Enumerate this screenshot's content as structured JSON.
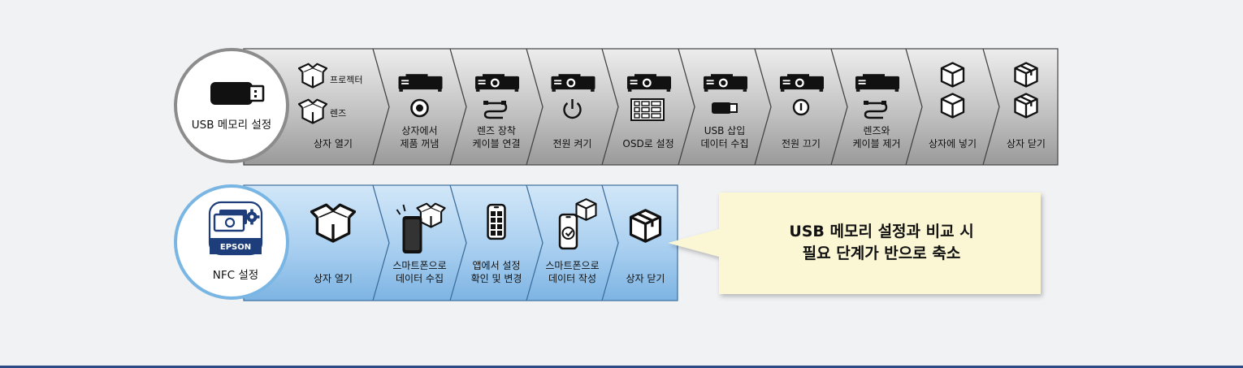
{
  "usb_row": {
    "start_label": "USB 메모리 설정",
    "steps": [
      {
        "lines": [
          "상자 열기"
        ],
        "icon": "open-box-icons",
        "sub_labels": [
          "프로젝터",
          "렌즈"
        ]
      },
      {
        "lines": [
          "상자에서",
          "제품 꺼냄"
        ],
        "icon": "projector-lens-icon"
      },
      {
        "lines": [
          "렌즈 장착",
          "케이블 연결"
        ],
        "icon": "projector-cable-icon"
      },
      {
        "lines": [
          "전원 켜기"
        ],
        "icon": "projector-power-icon"
      },
      {
        "lines": [
          "OSD로 설정"
        ],
        "icon": "projector-menu-icon"
      },
      {
        "lines": [
          "USB 삽입",
          "데이터 수집"
        ],
        "icon": "projector-usb-icon"
      },
      {
        "lines": [
          "전원 끄기"
        ],
        "icon": "projector-power-off-icon"
      },
      {
        "lines": [
          "렌즈와",
          "케이블 제거"
        ],
        "icon": "projector-cable-remove-icon"
      },
      {
        "lines": [
          "상자에 넣기"
        ],
        "icon": "two-cubes-icon"
      },
      {
        "lines": [
          "상자 닫기"
        ],
        "icon": "closed-boxes-icon"
      }
    ]
  },
  "nfc_row": {
    "start_label": "NFC 설정",
    "app_brand": "EPSON",
    "steps": [
      {
        "lines": [
          "상자 열기"
        ],
        "icon": "open-box-icon"
      },
      {
        "lines": [
          "스마트폰으로",
          "데이터 수집"
        ],
        "icon": "phone-box-icon"
      },
      {
        "lines": [
          "앱에서 설정",
          "확인 및 변경"
        ],
        "icon": "phone-app-icon"
      },
      {
        "lines": [
          "스마트폰으로",
          "데이터 작성"
        ],
        "icon": "phone-write-icon"
      },
      {
        "lines": [
          "상자 닫기"
        ],
        "icon": "closed-box-icon"
      }
    ]
  },
  "callout": {
    "lines": [
      "USB 메모리 설정과 비교 시",
      "필요 단계가 반으로 축소"
    ]
  },
  "colors": {
    "usb_gradient": [
      "#eeeeee",
      "#9e9e9e"
    ],
    "nfc_gradient": [
      "#cfe5f7",
      "#7fb6e5"
    ],
    "nfc_ring": "#7ab6e3",
    "usb_ring": "#8c8c8c",
    "callout_bg": "#fbf6d3",
    "bottom_line": "#2b4a86"
  }
}
